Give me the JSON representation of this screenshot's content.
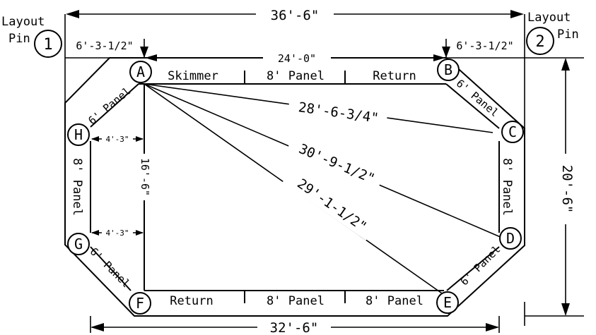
{
  "colors": {
    "line": "#000000",
    "background": "#ffffff"
  },
  "layout_pins": [
    {
      "number": "1",
      "label_line1": "Layout",
      "label_line2": "Pin"
    },
    {
      "number": "2",
      "label_line1": "Layout",
      "label_line2": "Pin"
    }
  ],
  "corners": {
    "a": "A",
    "b": "B",
    "c": "C",
    "d": "D",
    "e": "E",
    "f": "F",
    "g": "G",
    "h": "H"
  },
  "wall_labels": {
    "top_skimmer": "Skimmer",
    "top_panel": "8' Panel",
    "top_return": "Return",
    "bottom_return": "Return",
    "bottom_panel_1": "8' Panel",
    "bottom_panel_2": "8' Panel",
    "left_side": "8' Panel",
    "right_side": "8' Panel",
    "ah": "6' Panel",
    "bc": "6' Panel",
    "gf": "6' Panel",
    "de": "6' Panel"
  },
  "dimensions": {
    "overall_width": "36'-6\"",
    "top_inner_width": "24'-0\"",
    "bottom_width": "32'-6\"",
    "overall_height": "20'-6\"",
    "inner_height": "16'-6\"",
    "pin1_offset": "6'-3-1/2\"",
    "pin2_offset": "6'-3-1/2\"",
    "h_offset": "4'-3\"",
    "g_offset": "4'-3\"",
    "diag_ac": "28'-6-3/4\"",
    "diag_ad": "30'-9-1/2\"",
    "diag_ae": "29'-1-1/2\""
  }
}
